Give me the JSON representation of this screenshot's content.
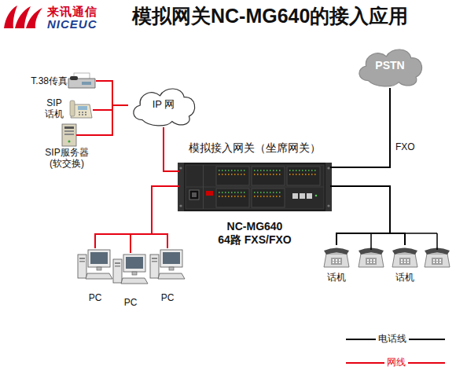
{
  "diagram": {
    "title": "模拟网关NC-MG640的接入应用",
    "nodes": [
      {
        "text": [
          "T.38传真"
        ]
      },
      {
        "text": [
          "SIP 话机"
        ]
      },
      {
        "text": [
          "SIP服务器 (软交换)"
        ]
      },
      {
        "text": [
          "IP 网"
        ]
      },
      {
        "text": [
          "PSTN"
        ]
      },
      {
        "text": [
          "模拟接入网关（坐席网关）",
          "NC-MG640 64路 FXS/FXO"
        ]
      },
      {
        "text": [
          "PC"
        ]
      },
      {
        "text": [
          "PC"
        ]
      },
      {
        "text": [
          "PC"
        ]
      },
      {
        "text": [
          "话机"
        ]
      },
      {
        "text": [
          "话机"
        ]
      }
    ],
    "edges": [
      {
        "from": 0,
        "to": 3,
        "arrow": "none"
      },
      {
        "from": 1,
        "to": 3,
        "arrow": "none"
      },
      {
        "from": 2,
        "to": 3,
        "arrow": "none"
      },
      {
        "from": 3,
        "to": 5,
        "arrow": "none"
      },
      {
        "from": 5,
        "to": 4,
        "label": "FXO",
        "arrow": "none"
      },
      {
        "from": 5,
        "to": 6,
        "arrow": "none"
      },
      {
        "from": 5,
        "to": 7,
        "arrow": "none"
      },
      {
        "from": 5,
        "to": 8,
        "arrow": "none"
      },
      {
        "from": 5,
        "to": 9,
        "arrow": "none"
      },
      {
        "from": 5,
        "to": 10,
        "arrow": "none"
      }
    ],
    "labels": [
      "来讯通信",
      "NICEUC"
    ],
    "legend": [
      {
        "text": "电话线"
      },
      {
        "text": "网线"
      }
    ]
  }
}
